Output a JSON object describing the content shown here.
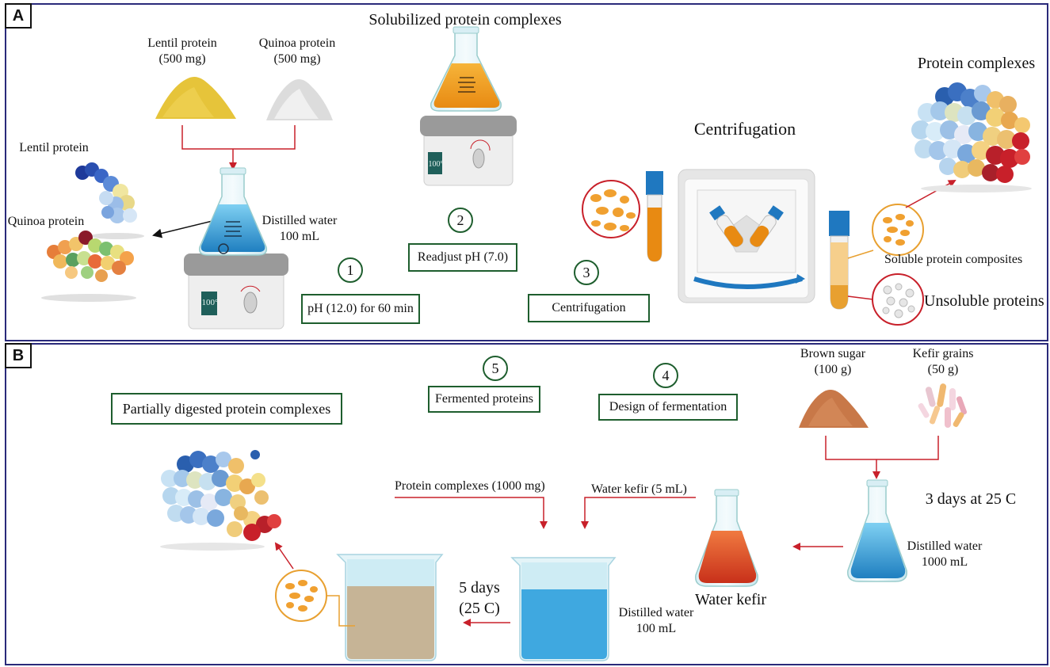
{
  "panel_a": {
    "label": "A",
    "title": "Solubilized protein complexes",
    "lentil_powder": {
      "name": "Lentil protein",
      "amount": "(500 mg)"
    },
    "quinoa_powder": {
      "name": "Quinoa protein",
      "amount": "(500 mg)"
    },
    "lentil_protein_label": "Lentil protein",
    "quinoa_protein_label": "Quinoa protein",
    "distilled_water": {
      "name": "Distilled water",
      "amount": "100 mL"
    },
    "stirrer_display": "100°",
    "steps": [
      {
        "number": "1",
        "label": "pH (12.0) for 60 min"
      },
      {
        "number": "2",
        "label": "Readjust pH (7.0)"
      },
      {
        "number": "3",
        "label": "Centrifugation"
      }
    ],
    "centrifugation_title": "Centrifugation",
    "protein_complexes_title": "Protein complexes",
    "soluble_label": "Soluble protein composites",
    "unsoluble_label": "Unsoluble proteins"
  },
  "panel_b": {
    "label": "B",
    "partially_digested_label": "Partially digested protein complexes",
    "steps": [
      {
        "number": "5",
        "label": "Fermented proteins"
      },
      {
        "number": "4",
        "label": "Design of fermentation"
      }
    ],
    "brown_sugar": {
      "name": "Brown sugar",
      "amount": "(100 g)"
    },
    "kefir_grains": {
      "name": "Kefir grains",
      "amount": "(50 g)"
    },
    "incubation": "3 days at 25 C",
    "distilled_water_large": {
      "name": "Distilled water",
      "amount": "1000 mL"
    },
    "water_kefir_label": "Water kefir",
    "protein_input": "Protein complexes (1000 mg)",
    "kefir_input": "Water kefir (5 mL)",
    "distilled_water_small": {
      "name": "Distilled water",
      "amount": "100 mL"
    },
    "fermentation_time": {
      "line1": "5 days",
      "line2": "(25 C)"
    }
  },
  "colors": {
    "panel_border": "#2a2a7a",
    "step_border": "#1e5e2e",
    "arrow_red": "#c8202a",
    "water_blue": "#3fa8e0",
    "kefir_orange": "#e0501e",
    "fermented_beige": "#c6b496"
  }
}
